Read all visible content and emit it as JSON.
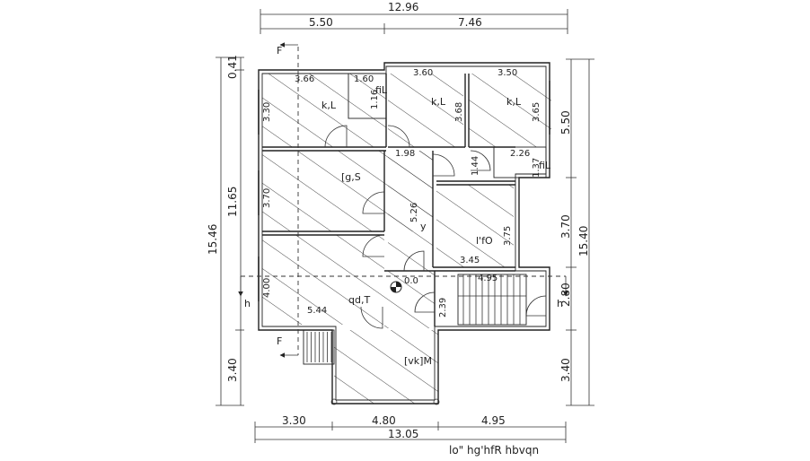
{
  "dimensions": {
    "top_total": "12.96",
    "top_left": "5.50",
    "top_right": "7.46",
    "bottom_total": "13.05",
    "bottom_1": "3.30",
    "bottom_2": "4.80",
    "bottom_3": "4.95",
    "left_total": "15.46",
    "left_main": "11.65",
    "left_top": "0.41",
    "left_bottom": "3.40",
    "right_total": "15.40",
    "right_top": "5.50",
    "right_mid": "3.70",
    "right_stair": "2.80",
    "right_bottom": "3.40"
  },
  "room_dims": {
    "d1": "3.66",
    "d2": "1.60",
    "d3": "3.60",
    "d4": "3.50",
    "d5": "3.30",
    "d6": "3.68",
    "d7": "3.65",
    "d8": "1.16",
    "d9": "1.98",
    "d10": "1.44",
    "d11": "2.26",
    "d12": "1.37",
    "d13": "3.70",
    "d14": "5.26",
    "d15": "3.75",
    "d16": "3.45",
    "d17": "4.00",
    "d18": "4.95",
    "d19": "2.39",
    "d20": "5.44"
  },
  "rooms": {
    "bed1": "k,L",
    "bed2": "k,L",
    "bed3": "k,L",
    "toilet1": "fiL",
    "toilet2": "fiL",
    "living": "[g,S",
    "corridor": "y",
    "kitchen": "l'fO",
    "dining": "qd,T",
    "verandah": "[vk]M"
  },
  "markers": {
    "section_top": "F",
    "section_bottom": "F",
    "section_left": "h",
    "section_right": "h",
    "level": "0.0"
  },
  "caption": "lo\" hg'hfR hbvqn"
}
